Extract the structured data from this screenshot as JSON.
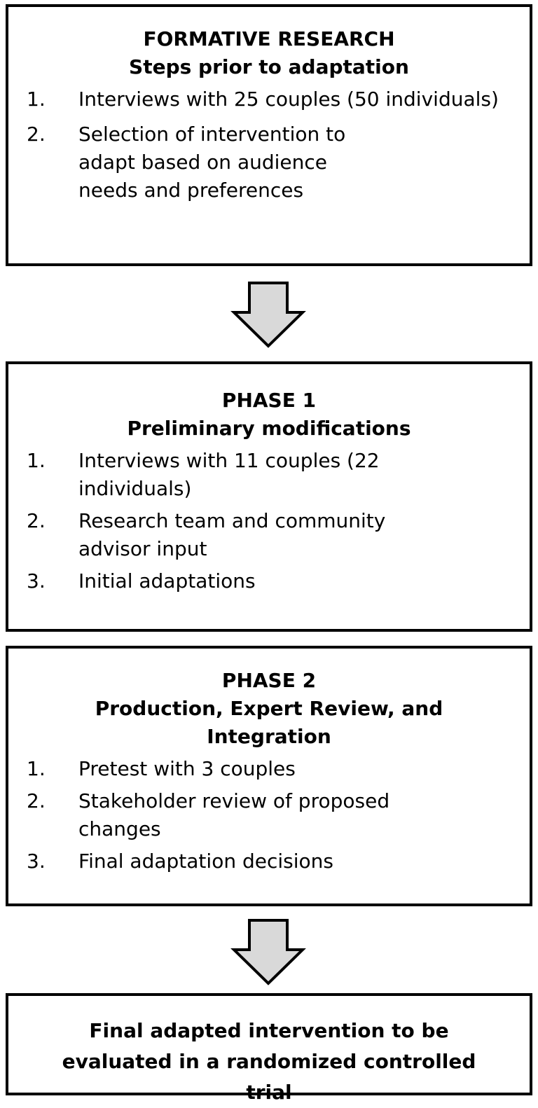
{
  "boxes": [
    {
      "headings": [
        "FORMATIVE RESEARCH",
        "Steps prior to adaptation"
      ],
      "items": [
        {
          "num": "1.",
          "text": "Interviews with 25 couples (50 individuals)"
        },
        {
          "num": "2.",
          "text": "Selection of intervention to adapt based on audience needs and preferences"
        }
      ]
    },
    {
      "headings": [
        "PHASE 1",
        "Preliminary modifications"
      ],
      "items": [
        {
          "num": "1.",
          "text": "Interviews with 11 couples (22 individuals)"
        },
        {
          "num": "2.",
          "text": "Research team and community advisor input"
        },
        {
          "num": "3.",
          "text": "Initial adaptations"
        }
      ]
    },
    {
      "headings": [
        "PHASE 2",
        "Production, Expert Review, and Integration"
      ],
      "items": [
        {
          "num": "1.",
          "text": "Pretest with 3 couples"
        },
        {
          "num": "2.",
          "text": "Stakeholder review of proposed changes"
        },
        {
          "num": "3.",
          "text": "Final adaptation decisions"
        }
      ]
    }
  ],
  "final_box": {
    "text": "Final adapted intervention to be evaluated in a randomized controlled trial"
  },
  "colors": {
    "arrow_fill": "#d9d9d9",
    "border": "#000000"
  }
}
